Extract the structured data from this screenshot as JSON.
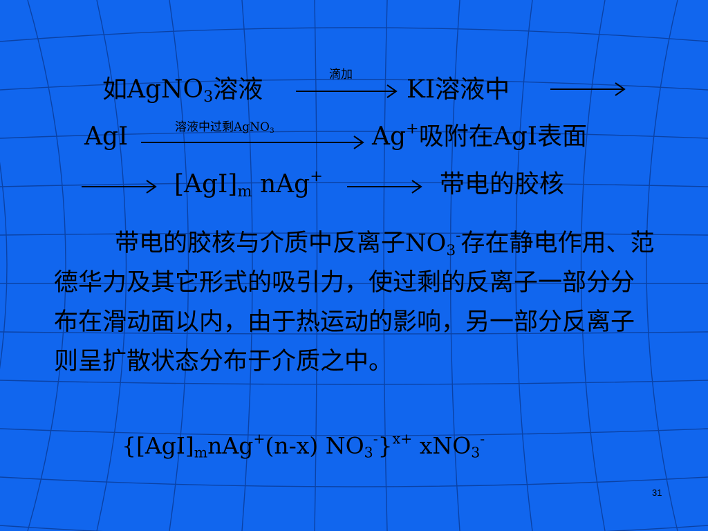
{
  "slide": {
    "page_number": "31",
    "background_color": "#1166ee",
    "reaction": {
      "line1": {
        "start_text": "如AgNO",
        "start_sub": "3",
        "start_suffix": "溶液",
        "arrow_label": "滴加",
        "end_text": "KI溶液中"
      },
      "line2": {
        "start_text": "AgI",
        "arrow_label_prefix": "溶液中过剩AgNO",
        "arrow_label_sub": "3",
        "end_text": "Ag",
        "end_sup": "+",
        "end_suffix": "吸附在AgI表面"
      },
      "line3": {
        "core_text": "[AgI]",
        "core_sub": "m",
        "core_suffix": " nAg",
        "core_sup": "+",
        "result_text": "带电的胶核"
      }
    },
    "paragraph": {
      "part1": "带电的胶核与介质中反离子NO",
      "sub": "3",
      "sup": "-",
      "part2": "存在静电作用、范德华力及其它形式的吸引力，使过剩的反离子一部分分布在滑动面以内，由于热运动的影响，另一部分反离子则呈扩散状态分布于介质之中。"
    },
    "formula": {
      "p1": "{[AgI]",
      "p1_sub": "m",
      "p2": "nAg",
      "p2_sup": "+",
      "p3": "(n-x) NO",
      "p3_sub": "3",
      "p3_sup": "-",
      "p4": "}",
      "p4_sup": "x+",
      "p5": " xNO",
      "p5_sub": "3",
      "p5_sup": "-"
    }
  }
}
